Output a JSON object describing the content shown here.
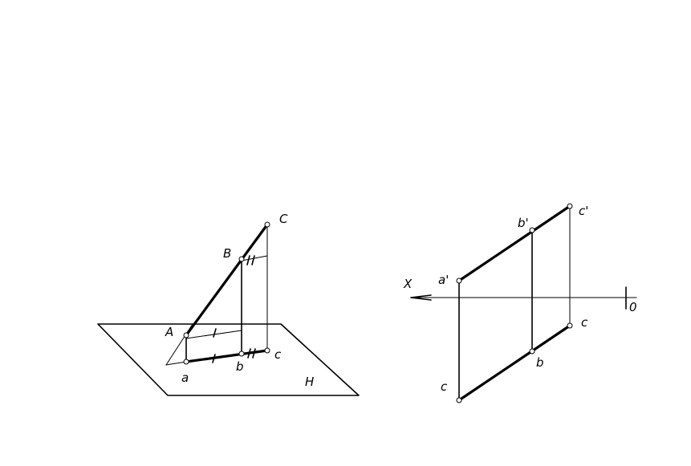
{
  "left_figure": {
    "plane_label": "H",
    "points": {
      "A": "A",
      "B": "B",
      "C": "C",
      "a": "a",
      "b": "b",
      "c": "c"
    },
    "marks": {
      "single": "I",
      "double": "II"
    }
  },
  "right_figure": {
    "axis_x_label": "X",
    "axis_origin_label": "0",
    "points": {
      "a_prime": "a'",
      "b_prime": "b'",
      "c_prime": "c'",
      "a": "c",
      "b": "b",
      "c": "c"
    }
  },
  "colors": {
    "stroke": "#000000",
    "background": "#ffffff"
  }
}
